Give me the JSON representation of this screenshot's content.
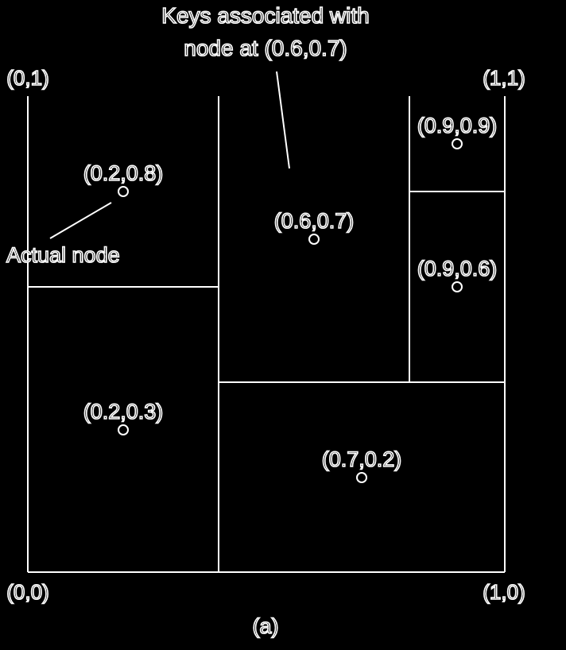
{
  "corners": {
    "top_left": "(0,1)",
    "top_right": "(1,1)",
    "bottom_left": "(0,0)",
    "bottom_right": "(1,0)"
  },
  "annotation": {
    "keys_line1": "Keys associated with",
    "keys_line2": "node at (0.6,0.7)",
    "actual_node": "Actual node"
  },
  "points": [
    {
      "label": "(0.2,0.8)"
    },
    {
      "label": "(0.6,0.7)"
    },
    {
      "label": "(0.9,0.9)"
    },
    {
      "label": "(0.9,0.6)"
    },
    {
      "label": "(0.2,0.3)"
    },
    {
      "label": "(0.7,0.2)"
    }
  ],
  "caption": "(a)",
  "colors": {
    "background": "#000000",
    "line": "#ffffff"
  }
}
